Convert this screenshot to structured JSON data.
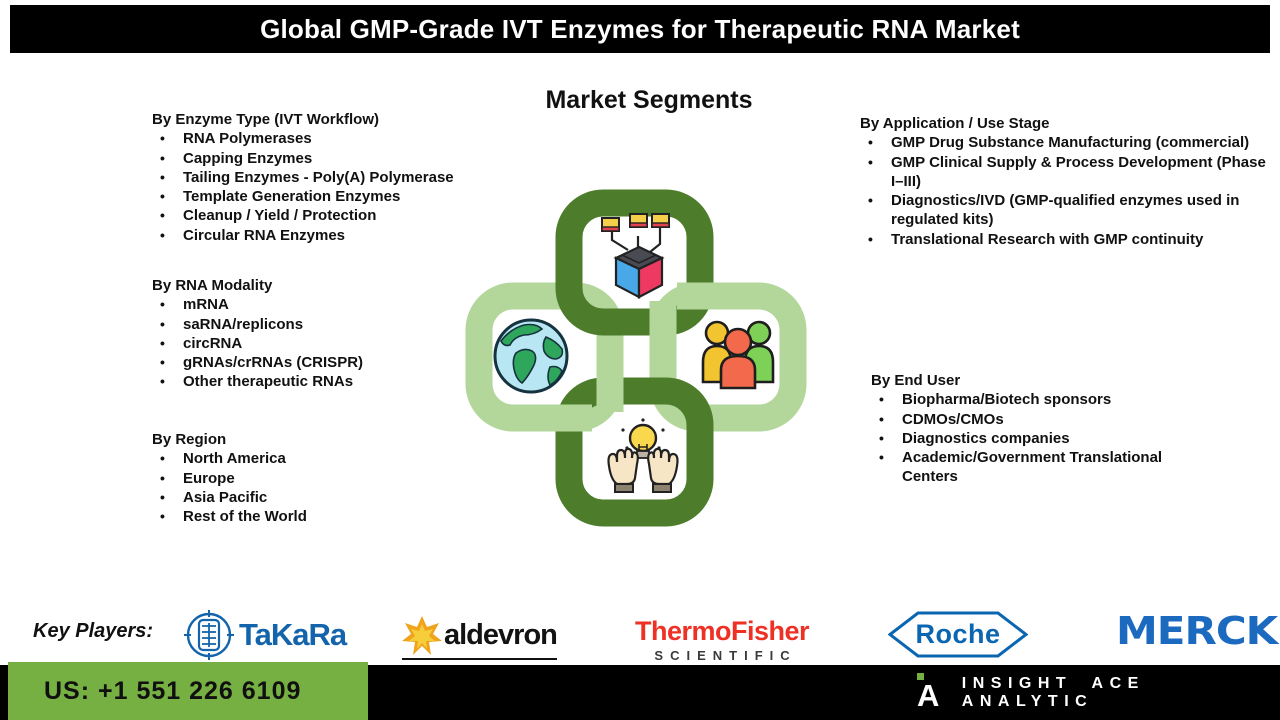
{
  "banner": {
    "title": "Global GMP-Grade IVT Enzymes for Therapeutic RNA Market"
  },
  "heading": "Market Segments",
  "segments": {
    "enzyme_type": {
      "title": "By Enzyme Type (IVT Workflow)",
      "items": [
        "RNA Polymerases",
        "Capping Enzymes",
        "Tailing Enzymes - Poly(A) Polymerase",
        "Template Generation Enzymes",
        "Cleanup / Yield / Protection",
        "Circular RNA Enzymes"
      ]
    },
    "rna_modality": {
      "title": "By RNA Modality",
      "items": [
        "mRNA",
        "saRNA/replicons",
        "circRNA",
        "gRNAs/crRNAs (CRISPR)",
        "Other therapeutic RNAs"
      ]
    },
    "region": {
      "title": "By Region",
      "items": [
        "North America",
        "Europe",
        "Asia Pacific",
        "Rest of the World"
      ]
    },
    "application": {
      "title": "By Application / Use Stage",
      "items": [
        "GMP Drug Substance Manufacturing (commercial)",
        "GMP Clinical Supply & Process Development (Phase I–III)",
        "Diagnostics/IVD (GMP-qualified enzymes used in regulated kits)",
        "Translational Research with GMP continuity"
      ]
    },
    "end_user": {
      "title": "By End User",
      "items": [
        "Biopharma/Biotech sponsors",
        "CDMOs/CMOs",
        "Diagnostics companies",
        "Academic/Government Translational Centers"
      ]
    }
  },
  "center_graphic": {
    "description": "four interlocked chain links with icons",
    "icon_names": [
      "product-box-icon",
      "globe-icon",
      "people-group-icon",
      "idea-hands-icon"
    ],
    "colors": {
      "dark_green": "#4d7c2a",
      "light_green": "#b3d79b"
    }
  },
  "key_players": {
    "label": "Key Players:",
    "takara": {
      "text": "TaKaRa",
      "color": "#1464ac"
    },
    "aldevron": {
      "text": "aldevron",
      "color": "#131313",
      "star_color": "#f0a31c"
    },
    "thermofisher": {
      "line1": "ThermoFisher",
      "line2": "SCIENTIFIC",
      "color": "#ee3124"
    },
    "roche": {
      "text": "Roche",
      "color": "#0b66b1"
    },
    "merck": {
      "text": "MERCK",
      "color": "#1b6ac0"
    }
  },
  "footer": {
    "phone": "US: +1 551 226 6109",
    "phone_bg": "#76b043",
    "brand": "INSIGHT ACE ANALYTIC"
  }
}
